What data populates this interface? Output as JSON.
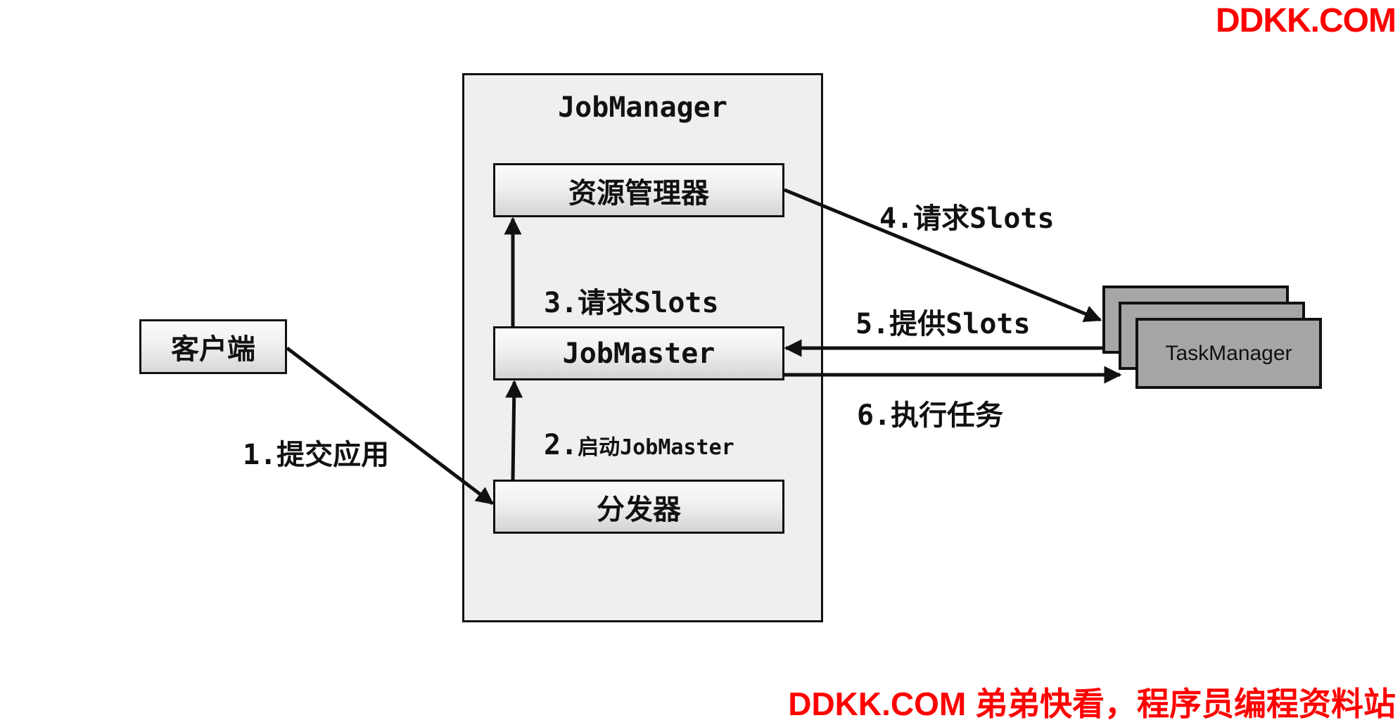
{
  "watermark": {
    "top": "DDKK.COM",
    "bottom": "DDKK.COM 弟弟快看，程序员编程资料站"
  },
  "nodes": {
    "client": "客户端",
    "job_manager": "JobManager",
    "resource_manager": "资源管理器",
    "job_master": "JobMaster",
    "dispatcher": "分发器",
    "task_manager": "TaskManager"
  },
  "edges": {
    "step1": "1.提交应用",
    "step2_num": "2.",
    "step2_text": "启动JobMaster",
    "step3": "3.请求Slots",
    "step4": "4.请求Slots",
    "step5": "5.提供Slots",
    "step6": "6.执行任务"
  }
}
